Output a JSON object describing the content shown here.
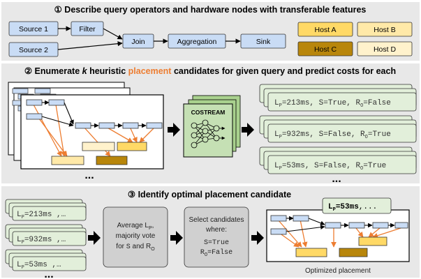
{
  "section1": {
    "title": "① Describe query operators and hardware nodes with transferable features",
    "operators": {
      "source1": "Source 1",
      "source2": "Source 2",
      "filter": "Filter",
      "join": "Join",
      "aggregation": "Aggregation",
      "sink": "Sink"
    },
    "hosts": [
      "Host A",
      "Host B",
      "Host C",
      "Host D"
    ]
  },
  "section2": {
    "title_pre": "② Enumerate ",
    "title_k": "k",
    "title_mid": " heuristic ",
    "title_placement": "placement",
    "title_post": " candidates for given query and predict costs for each",
    "model_label": "COSTREAM",
    "ellipsis": "...",
    "predictions": [
      {
        "lp": "=213ms,",
        "s": "S=True,",
        "ro": "=False"
      },
      {
        "lp": "=932ms,",
        "s": "S=False,",
        "ro": "=True"
      },
      {
        "lp": "=53ms,",
        "s": "S=False,",
        "ro": "=True"
      }
    ]
  },
  "section3": {
    "title": "③ Identify optimal placement candidate",
    "candidates": [
      "=213ms  ,…",
      "=932ms  ,…",
      "=53ms  ,…"
    ],
    "ellipsis": "...",
    "average_box": {
      "line1": "Average L",
      "line1_sub": "P",
      "line1_end": ",",
      "line2": "majority vote",
      "line3_pre": "for ",
      "line3_s": "S",
      "line3_and": " and R",
      "line3_sub": "O"
    },
    "select_box": {
      "line1": "Select candidates",
      "line2": "where:",
      "line3": "S=True",
      "line4_pre": "R",
      "line4_sub": "O",
      "line4_post": "=False"
    },
    "result_label": "=53ms",
    "result_suffix": ",...",
    "caption": "Optimized placement"
  },
  "colors": {
    "operator_fill": "#c9dcf5",
    "host_a": "#ffd966",
    "host_b": "#ffe9a8",
    "host_c": "#b8860b",
    "host_d": "#fff2cc",
    "panel_bg": "#e8e8e8",
    "candidate_fill": "#e2efda",
    "arrow_orange": "#ed7d31",
    "placement_orange": "#ed7d31",
    "model_green": "#a9d18e"
  }
}
